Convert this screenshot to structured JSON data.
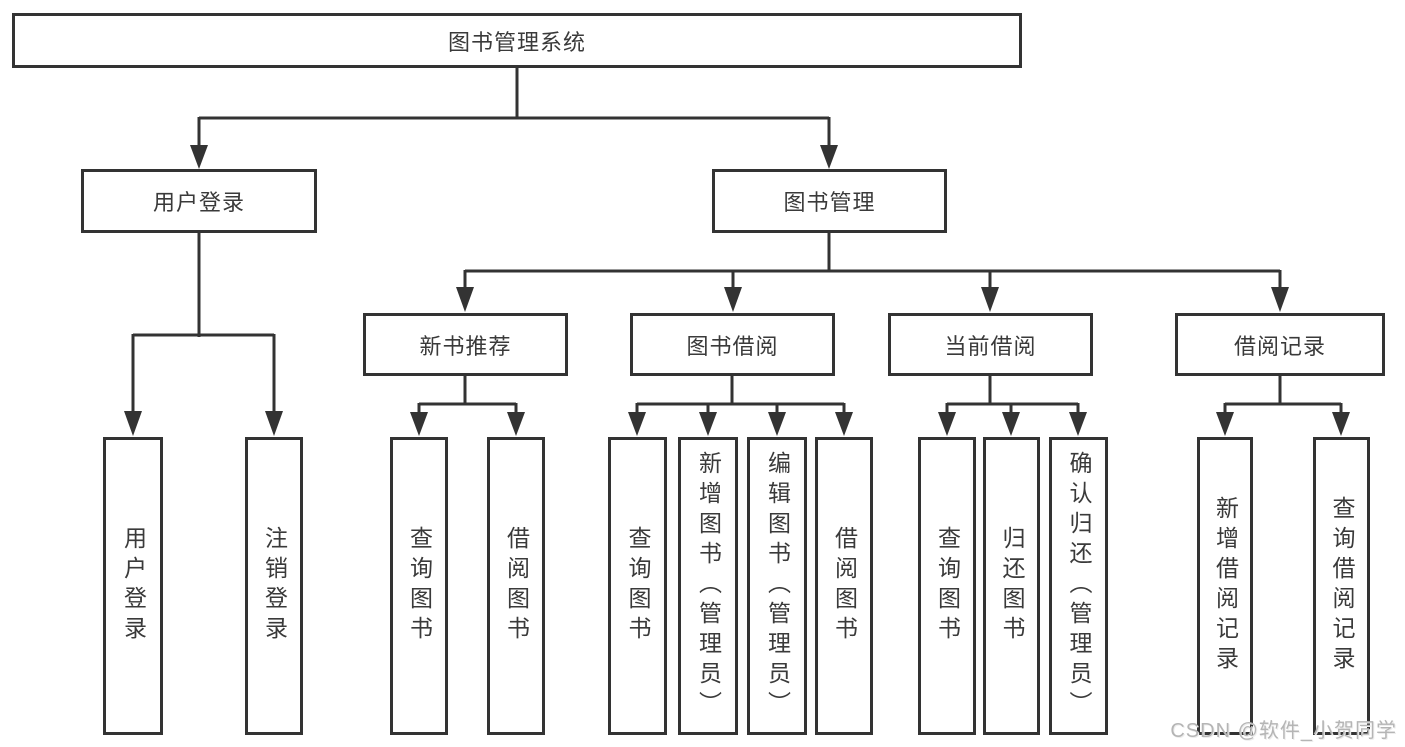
{
  "tree": {
    "root": {
      "label": "图书管理系统"
    },
    "children": [
      {
        "label": "用户登录",
        "children": [
          {
            "label": "用户登录"
          },
          {
            "label": "注销登录"
          }
        ]
      },
      {
        "label": "图书管理",
        "children": [
          {
            "label": "新书推荐",
            "children": [
              {
                "label": "查询图书"
              },
              {
                "label": "借阅图书"
              }
            ]
          },
          {
            "label": "图书借阅",
            "children": [
              {
                "label": "查询图书"
              },
              {
                "label": "新增图书（管理员）"
              },
              {
                "label": "编辑图书（管理员）"
              },
              {
                "label": "借阅图书"
              }
            ]
          },
          {
            "label": "当前借阅",
            "children": [
              {
                "label": "查询图书"
              },
              {
                "label": "归还图书"
              },
              {
                "label": "确认归还（管理员）"
              }
            ]
          },
          {
            "label": "借阅记录",
            "children": [
              {
                "label": "新增借阅记录"
              },
              {
                "label": "查询借阅记录"
              }
            ]
          }
        ]
      }
    ]
  },
  "watermark": {
    "text": "CSDN @软件_小贺同学"
  },
  "colors": {
    "line": "#333333",
    "box_background": "#ffffff",
    "text": "#3a3a3a",
    "watermark": "#b5b5b5"
  }
}
